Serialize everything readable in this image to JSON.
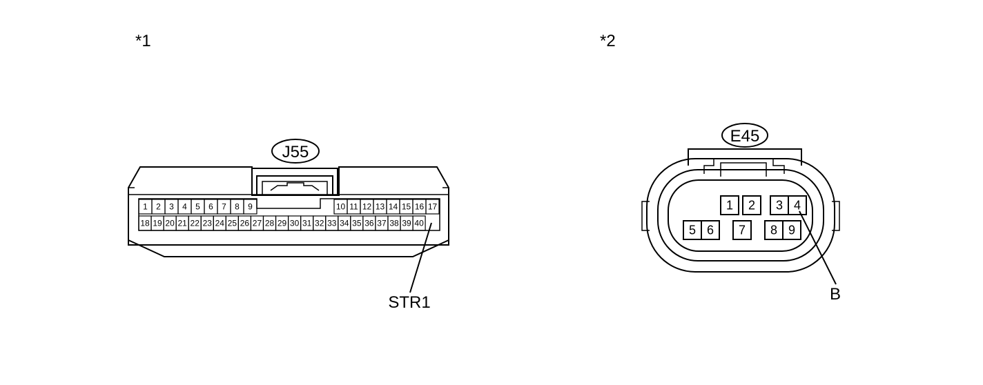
{
  "connector1": {
    "marker": "*1",
    "id": "J55",
    "row1": [
      "1",
      "2",
      "3",
      "4",
      "5",
      "6",
      "7",
      "8",
      "9",
      "10",
      "11",
      "12",
      "13",
      "14",
      "15",
      "16",
      "17"
    ],
    "row2": [
      "18",
      "19",
      "20",
      "21",
      "22",
      "23",
      "24",
      "25",
      "26",
      "27",
      "28",
      "29",
      "30",
      "31",
      "32",
      "33",
      "34",
      "35",
      "36",
      "37",
      "38",
      "39",
      "40"
    ],
    "callout": "STR1"
  },
  "connector2": {
    "marker": "*2",
    "id": "E45",
    "pins": [
      "1",
      "2",
      "3",
      "4",
      "5",
      "6",
      "7",
      "8",
      "9"
    ],
    "callout": "B"
  }
}
